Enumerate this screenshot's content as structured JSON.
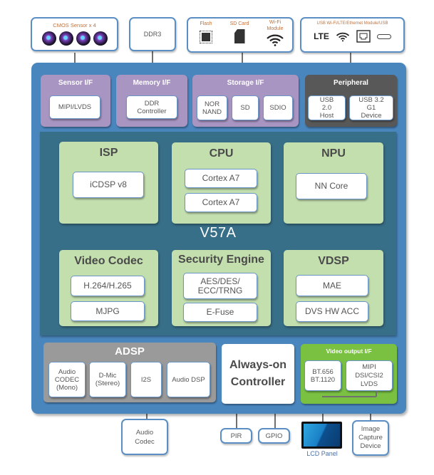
{
  "chip": {
    "name": "V57A",
    "colors": {
      "chip_bg": "#4a86be",
      "core_bg": "#386f88",
      "block_bg": "#c3dfae",
      "iface_bg": "#a895c2",
      "peripheral_bg": "#585858",
      "adsp_bg": "#9a9a9a",
      "video_out_bg": "#7ac142"
    }
  },
  "external": {
    "cmos": {
      "label": "CMOS Sensor x 4",
      "icon": "camera-lens-icon",
      "count": 4
    },
    "ddr3": {
      "label": "DDR3"
    },
    "storage_devices": [
      {
        "label": "Flash",
        "icon": "chip-icon"
      },
      {
        "label": "SD Card",
        "icon": "sd-card-icon"
      },
      {
        "label": "Wi-Fi Module",
        "icon": "wifi-icon"
      }
    ],
    "usb_module": {
      "label": "USB Wi-Fi/LTE/Ethernet Module/USB",
      "icons": [
        "LTE",
        "wifi-icon",
        "ethernet-icon",
        "usb-c-icon"
      ],
      "lte_text": "LTE"
    },
    "audio_codec": {
      "label": "Audio Codec"
    },
    "pir": {
      "label": "PIR"
    },
    "gpio": {
      "label": "GPIO"
    },
    "lcd": {
      "label": "LCD Panel"
    },
    "image_capture": {
      "label": "Image Capture Device"
    }
  },
  "interfaces": {
    "sensor": {
      "title": "Sensor I/F",
      "items": [
        "MIPI/LVDS"
      ]
    },
    "memory": {
      "title": "Memory I/F",
      "items": [
        "DDR Controller"
      ]
    },
    "storage": {
      "title": "Storage I/F",
      "items": [
        "NOR NAND",
        "SD",
        "SDIO"
      ]
    },
    "peripheral": {
      "title": "Peripheral",
      "items": [
        "USB 2.0 Host",
        "USB 3.2 G1 Device"
      ]
    }
  },
  "blocks": {
    "isp": {
      "title": "ISP",
      "items": [
        "iCDSP v8"
      ]
    },
    "cpu": {
      "title": "CPU",
      "items": [
        "Cortex A7",
        "Cortex A7"
      ]
    },
    "npu": {
      "title": "NPU",
      "items": [
        "NN Core"
      ]
    },
    "video_codec": {
      "title": "Video Codec",
      "items": [
        "H.264/H.265",
        "MJPG"
      ]
    },
    "security": {
      "title": "Security Engine",
      "items": [
        "AES/DES/ ECC/TRNG",
        "E-Fuse"
      ]
    },
    "vdsp": {
      "title": "VDSP",
      "items": [
        "MAE",
        "DVS HW ACC"
      ]
    }
  },
  "bottom": {
    "adsp": {
      "title": "ADSP",
      "items": [
        "Audio CODEC (Mono)",
        "D-Mic (Stereo)",
        "I2S",
        "Audio DSP"
      ]
    },
    "always_on": {
      "title": "Always-on Controller"
    },
    "video_out": {
      "title": "Video output I/F",
      "items": [
        "BT.656 BT.1120",
        "MIPI DSI/CSI2 LVDS"
      ]
    }
  }
}
